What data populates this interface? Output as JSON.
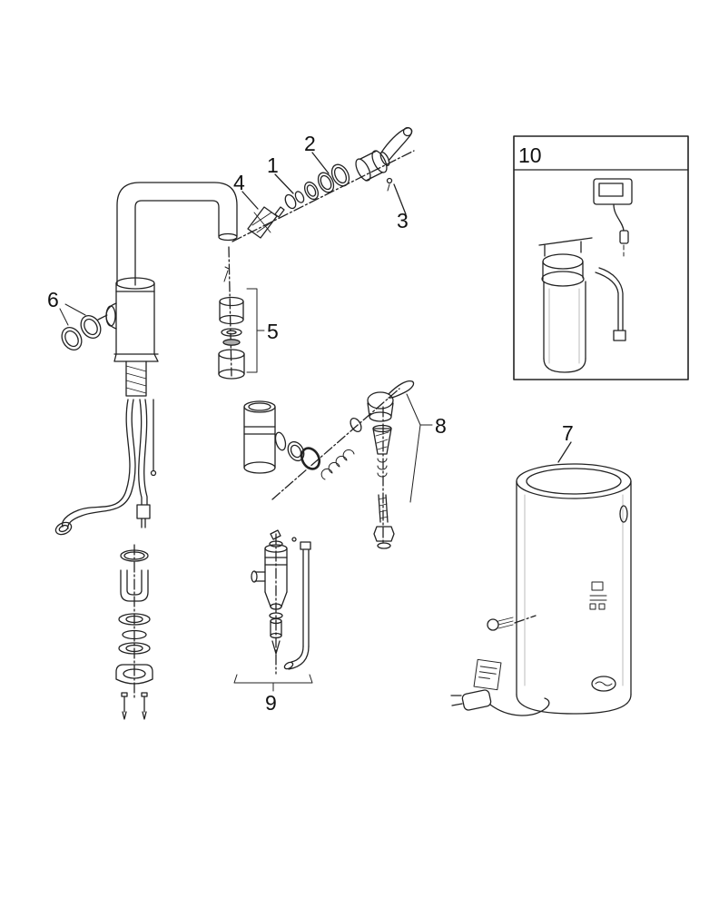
{
  "canvas": {
    "background": "#ffffff",
    "line_color": "#222222"
  },
  "callouts": {
    "c1": "1",
    "c2": "2",
    "c3": "3",
    "c4": "4",
    "c5": "5",
    "c6": "6",
    "c7": "7",
    "c8": "8",
    "c9": "9",
    "c10": "10"
  }
}
